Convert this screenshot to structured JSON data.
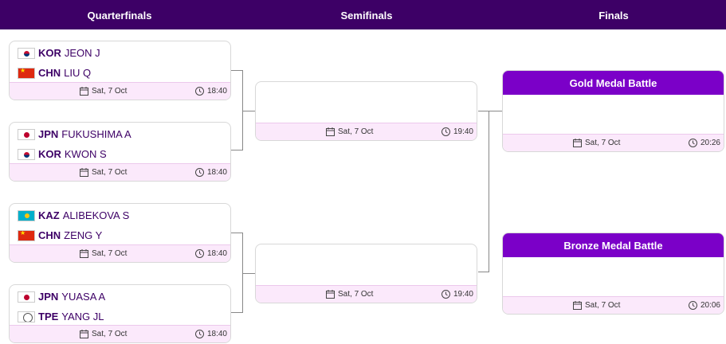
{
  "header": {
    "quarterfinals": "Quarterfinals",
    "semifinals": "Semifinals",
    "finals": "Finals"
  },
  "quarterfinals": [
    {
      "players": [
        {
          "flag": "KOR",
          "code": "KOR",
          "name": "JEON J"
        },
        {
          "flag": "CHN",
          "code": "CHN",
          "name": "LIU Q"
        }
      ],
      "date": "Sat, 7 Oct",
      "time": "18:40"
    },
    {
      "players": [
        {
          "flag": "JPN",
          "code": "JPN",
          "name": "FUKUSHIMA A"
        },
        {
          "flag": "KOR",
          "code": "KOR",
          "name": "KWON S"
        }
      ],
      "date": "Sat, 7 Oct",
      "time": "18:40"
    },
    {
      "players": [
        {
          "flag": "KAZ",
          "code": "KAZ",
          "name": "ALIBEKOVA S"
        },
        {
          "flag": "CHN",
          "code": "CHN",
          "name": "ZENG Y"
        }
      ],
      "date": "Sat, 7 Oct",
      "time": "18:40"
    },
    {
      "players": [
        {
          "flag": "JPN",
          "code": "JPN",
          "name": "YUASA A"
        },
        {
          "flag": "TPE",
          "code": "TPE",
          "name": "YANG JL"
        }
      ],
      "date": "Sat, 7 Oct",
      "time": "18:40"
    }
  ],
  "semifinals": [
    {
      "date": "Sat, 7 Oct",
      "time": "19:40"
    },
    {
      "date": "Sat, 7 Oct",
      "time": "19:40"
    }
  ],
  "finals": [
    {
      "title": "Gold Medal Battle",
      "date": "Sat, 7 Oct",
      "time": "20:26"
    },
    {
      "title": "Bronze Medal Battle",
      "date": "Sat, 7 Oct",
      "time": "20:06"
    }
  ]
}
